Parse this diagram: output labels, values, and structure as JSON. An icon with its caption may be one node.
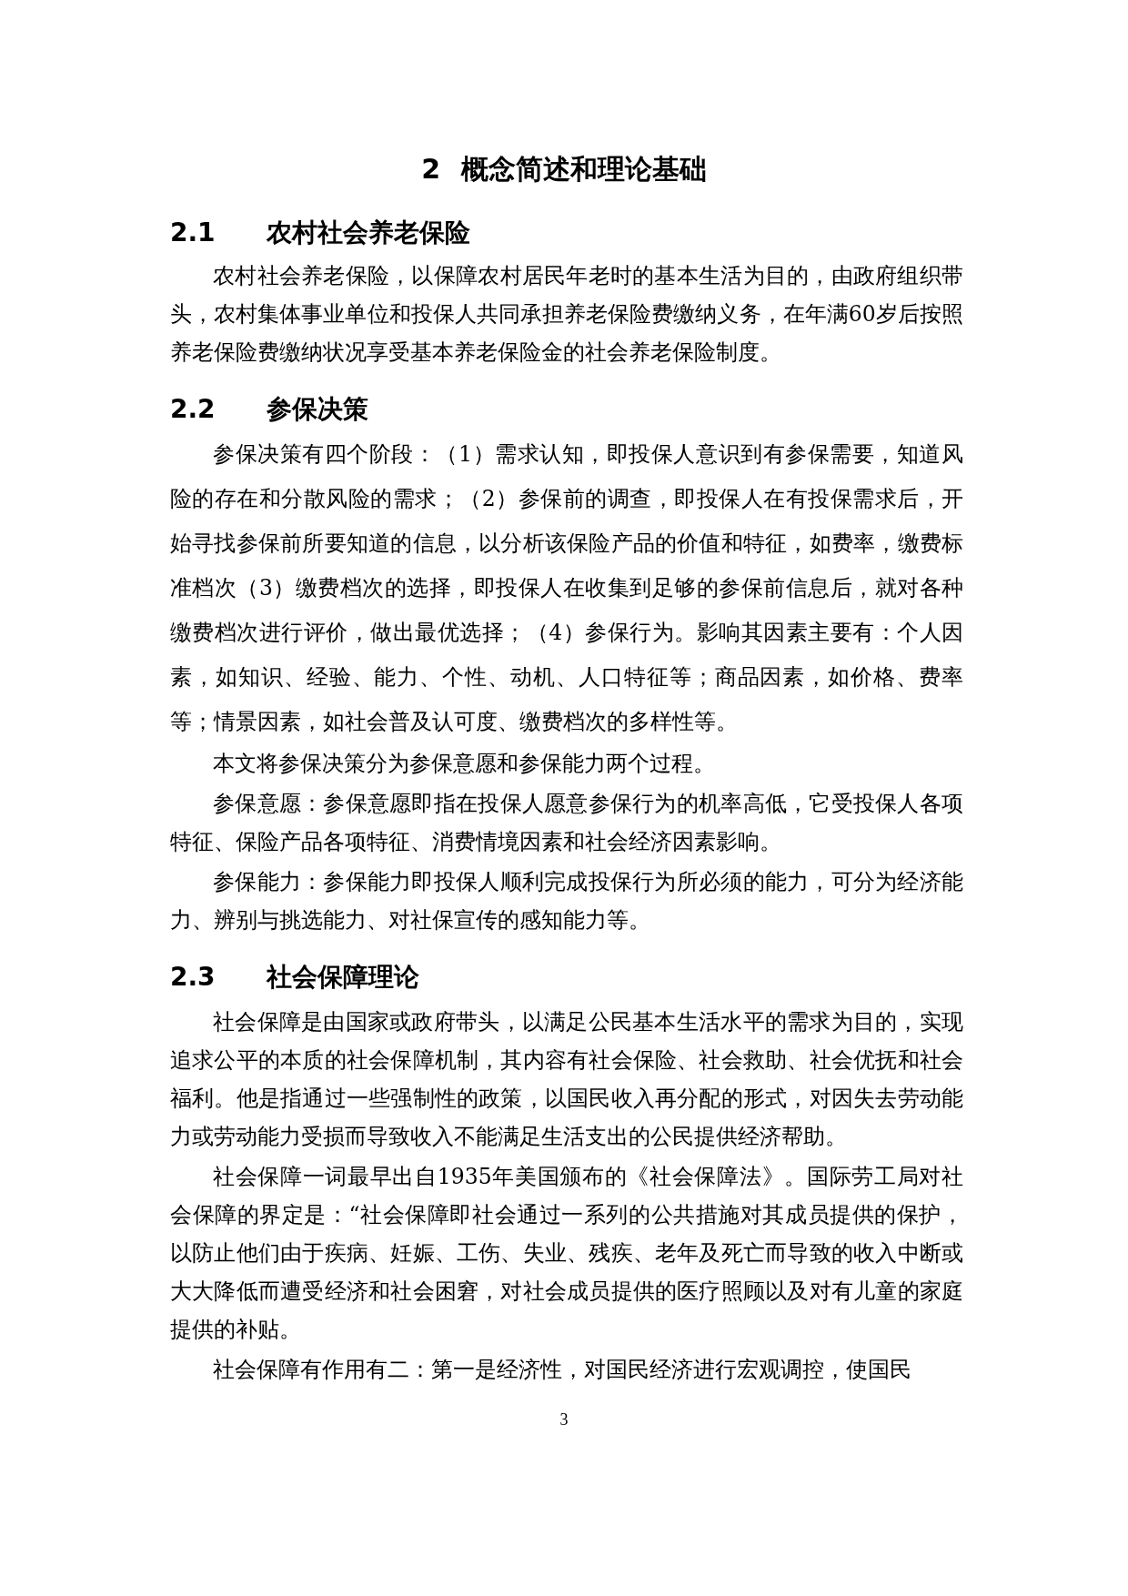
{
  "diagram": {
    "title": "2 概念简述和理论基础",
    "labels": [
      "2.1",
      "农村社会养老保险",
      "农村社会养老保险，以保障农村居民年老时的基本生活为目的，由政府组织带头，农村集体事业单位和投保人共同承担养老保险费缴纳义务，在年满60岁后按照养老保险费缴纳状况享受基本养老保险金的社会养老保险制度。",
      "2.2",
      "参保决策",
      "参保决策有四个阶段：（1）需求认知，即投保人意识到有参保需要，知道风险的存在和分散风险的需求；（2）参保前的调查，即投保人在有投保需求后，开始寻找参保前所要知道的信息，以分析该保险产品的价值和特征，如费率，缴费标准档次（3）缴费档次的选择，即投保人在收集到足够的参保前信息后，就对各种缴费档次进行评价，做出最优选择；（4）参保行为。影响其因素主要有：个人因素，如知识、经验、能力、个性、动机、人口特征等；商品因素，如价格、费率等；情景因素，如社会普及认可度、缴费档次的多样性等。",
      "本文将参保决策分为参保意愿和参保能力两个过程。",
      "参保意愿：参保意愿即指在投保人愿意参保行为的机率高低，它受投保人各项特征、保险产品各项特征、消费情境因素和社会经济因素影响。",
      "参保能力：参保能力即投保人顺利完成投保行为所必须的能力，可分为经济能力、辨别与挑选能力、对社保宣传的感知能力等。",
      "2.3",
      "社会保障理论",
      "社会保障是由国家或政府带头，以满足公民基本生活水平的需求为目的，实现追求公平的本质的社会保障机制，其内容有社会保险、社会救助、社会优抚和社会福利。他是指通过一些强制性的政策，以国民收入再分配的形式，对因失去劳动能力或劳动能力受损而导致收入不能满足生活支出的公民提供经济帮助。",
      "社会保障一词最早出自1935年美国颁布的《社会保障法》。国际劳工局对社会保障的界定是：“社会保障即社会通过一系列的公共措施对其成员提供的保护，以防止他们由于疾病、妊娠、工伤、失业、残疾、老年及死亡而导致的收入中断或大大降低而遭受经济和社会困窘，对社会成员提供的医疗照顾以及对有儿童的家庭提供的补贴。",
      "社会保障有作用有二：第一是经济性，对国民经济进行宏观调控，使国民",
      "3"
    ]
  }
}
